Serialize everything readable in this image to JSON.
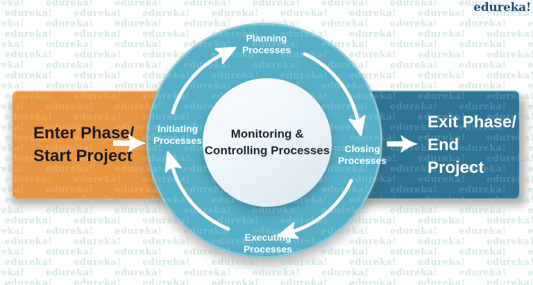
{
  "title": "Project management process groups cycle diagram",
  "logo": {
    "text": "edureka!",
    "color": "#1D4E77"
  },
  "watermark": {
    "text": "edureka!",
    "back_color": "#cfe6df",
    "front_color": "#ffffff"
  },
  "colors": {
    "enter_box": "#E9953F",
    "exit_box": "#2E7495",
    "ring": "#55AFC6",
    "ring_rim": "#84C6D5",
    "arrows": "#ffffff",
    "center_circle_top": "#fbfdfe",
    "center_circle_bottom": "#d8e6f0"
  },
  "enter_box": {
    "line1": "Enter Phase/",
    "line2": "Start Project"
  },
  "exit_box": {
    "line1": "Exit Phase/",
    "line2": "End Project"
  },
  "cycle": {
    "center": {
      "line1": "Monitoring &",
      "line2": "Controlling Processes"
    },
    "steps": [
      {
        "line1": "Planning",
        "line2": "Processes"
      },
      {
        "line1": "Closing",
        "line2": "Processes"
      },
      {
        "line1": "Executing",
        "line2": "Processes"
      },
      {
        "line1": "Initiating",
        "line2": "Processes"
      }
    ]
  }
}
